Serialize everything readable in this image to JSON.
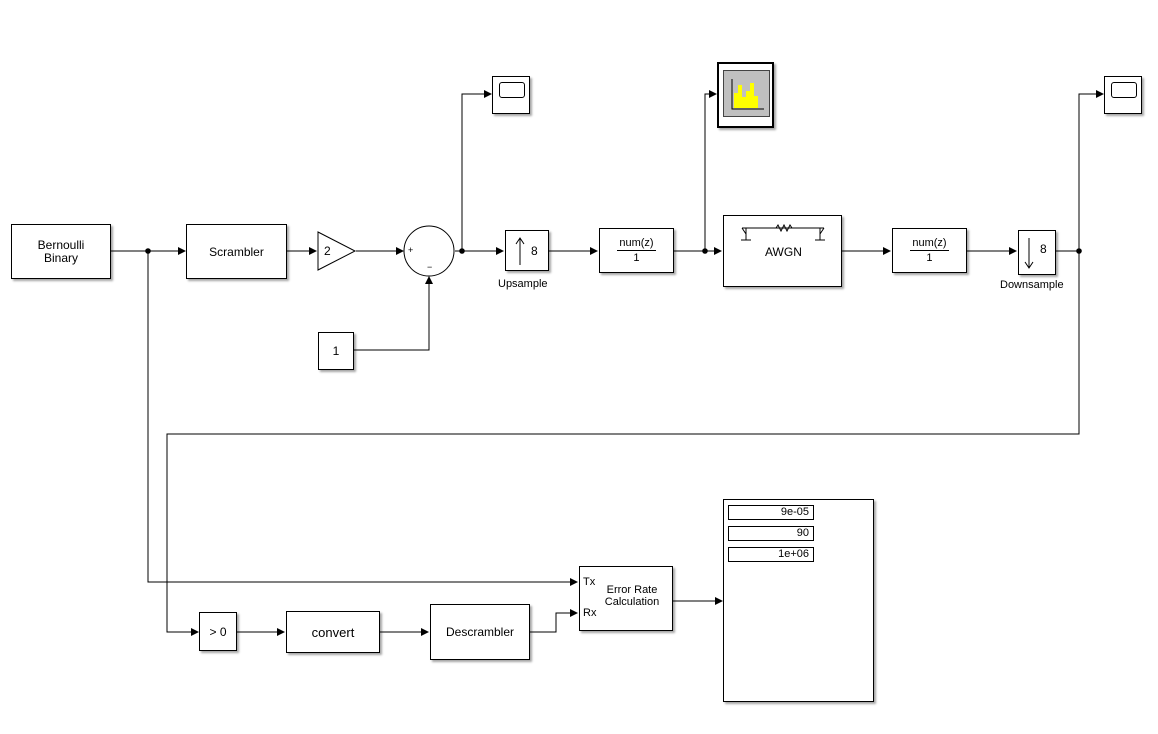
{
  "blocks": {
    "bernoulli": "Bernoulli\nBinary",
    "scrambler": "Scrambler",
    "gain": "2",
    "sum_plus": "+",
    "sum_minus": "−",
    "constant": "1",
    "upsample_factor": "8",
    "upsample_label": "Upsample",
    "filter1_num": "num(z)",
    "filter1_den": "1",
    "awgn": "AWGN",
    "filter2_num": "num(z)",
    "filter2_den": "1",
    "downsample_factor": "8",
    "downsample_label": "Downsample",
    "compare": "> 0",
    "convert": "convert",
    "descrambler": "Descrambler",
    "error_rate_title": "Error Rate\nCalculation",
    "port_tx": "Tx",
    "port_rx": "Rx"
  },
  "display": {
    "values": [
      "9e-05",
      "90",
      "1e+06"
    ]
  },
  "icons": {
    "scope": "scope-icon",
    "spectrum": "spectrum-analyzer-icon",
    "upsample_arrow": "arrow-up-icon",
    "downsample_arrow": "arrow-down-icon"
  },
  "colors": {
    "spectrum_bars": "#ffff00",
    "spectrum_bg": "#c0c0c0"
  }
}
